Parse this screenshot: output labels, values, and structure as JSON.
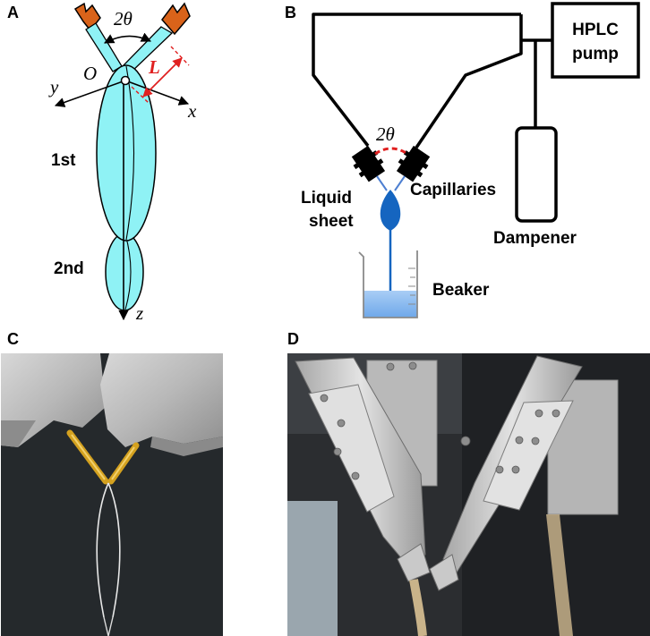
{
  "panels": {
    "a": {
      "letter": "A",
      "angle": "2θ",
      "origin": "O",
      "length": "L",
      "axis_x": "x",
      "axis_y": "y",
      "axis_z": "z",
      "first_sheet": "1st",
      "second_sheet": "2nd"
    },
    "b": {
      "letter": "B",
      "pump_line1": "HPLC",
      "pump_line2": "pump",
      "angle": "2θ",
      "liquid_line1": "Liquid",
      "liquid_line2": "sheet",
      "capillaries": "Capillaries",
      "dampener": "Dampener",
      "beaker": "Beaker"
    },
    "c": {
      "letter": "C"
    },
    "d": {
      "letter": "D"
    }
  },
  "colors": {
    "sheet_fill": "#8ff2f5",
    "nozzle_orange": "#d9631a",
    "jet_blue": "#1565c0",
    "angle_red": "#e02020"
  }
}
